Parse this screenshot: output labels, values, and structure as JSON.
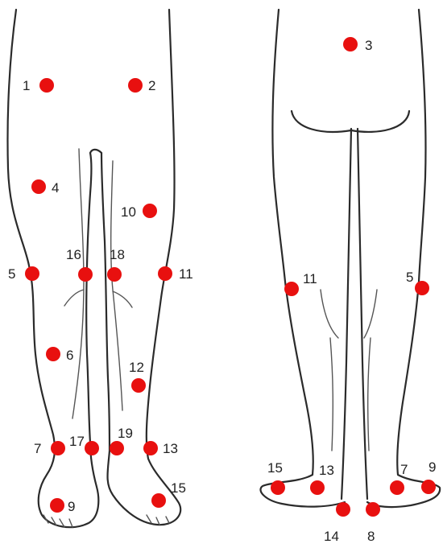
{
  "colors": {
    "point": "#e8100f",
    "outline": "#2b2b2b",
    "background": "#ffffff"
  },
  "front_view": {
    "points": [
      {
        "label": "1"
      },
      {
        "label": "2"
      },
      {
        "label": "4"
      },
      {
        "label": "10"
      },
      {
        "label": "5"
      },
      {
        "label": "16"
      },
      {
        "label": "18"
      },
      {
        "label": "11"
      },
      {
        "label": "6"
      },
      {
        "label": "12"
      },
      {
        "label": "7"
      },
      {
        "label": "17"
      },
      {
        "label": "19"
      },
      {
        "label": "13"
      },
      {
        "label": "9"
      },
      {
        "label": "15"
      }
    ]
  },
  "back_view": {
    "points": [
      {
        "label": "3"
      },
      {
        "label": "11"
      },
      {
        "label": "5"
      },
      {
        "label": "15"
      },
      {
        "label": "13"
      },
      {
        "label": "7"
      },
      {
        "label": "9"
      },
      {
        "label": "14"
      },
      {
        "label": "8"
      }
    ]
  }
}
